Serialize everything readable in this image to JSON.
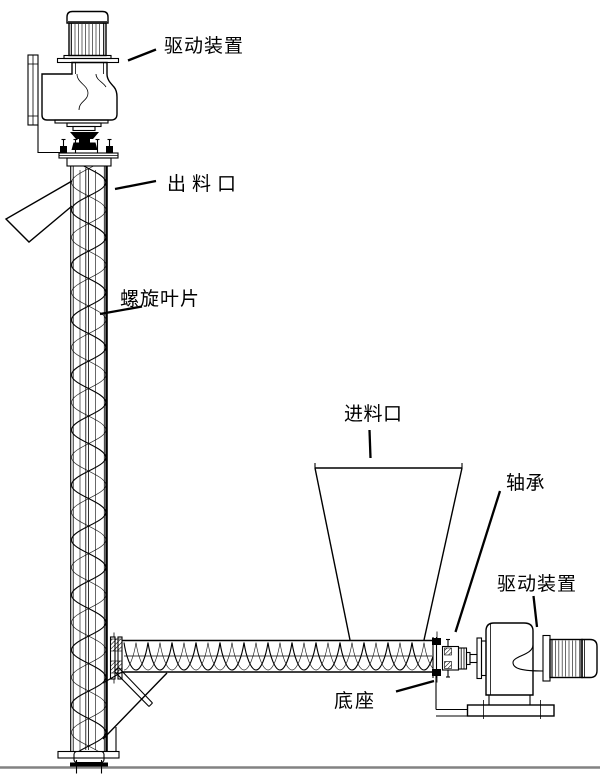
{
  "diagram": {
    "background_color": "#ffffff",
    "line_color": "#000000",
    "ground_line_color": "#828282",
    "labels": {
      "drive_device_top": "驱动装置",
      "discharge_outlet": "出料口",
      "spiral_blade": "螺旋叶片",
      "feed_inlet": "进料口",
      "bearing": "轴承",
      "drive_device_right": "驱动装置",
      "base": "底座"
    }
  }
}
